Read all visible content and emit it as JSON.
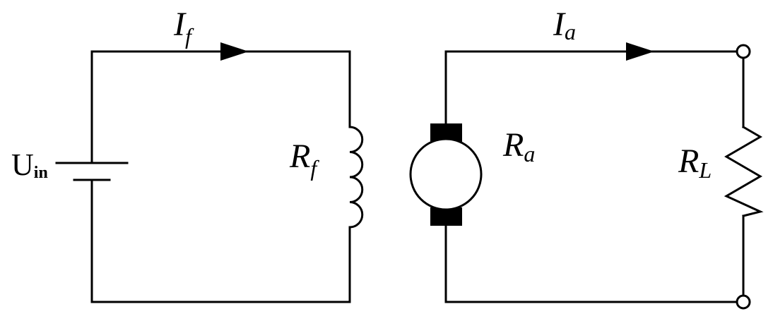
{
  "labels": {
    "field_current": {
      "main": "I",
      "sub": "f"
    },
    "field_resistance": {
      "main": "R",
      "sub": "f"
    },
    "input_voltage": {
      "main": "U",
      "sub": "in"
    },
    "armature_current": {
      "main": "I",
      "sub": "a"
    },
    "armature_resistance": {
      "main": "R",
      "sub": "a"
    },
    "load_resistance": {
      "main": "R",
      "sub": "L"
    }
  }
}
